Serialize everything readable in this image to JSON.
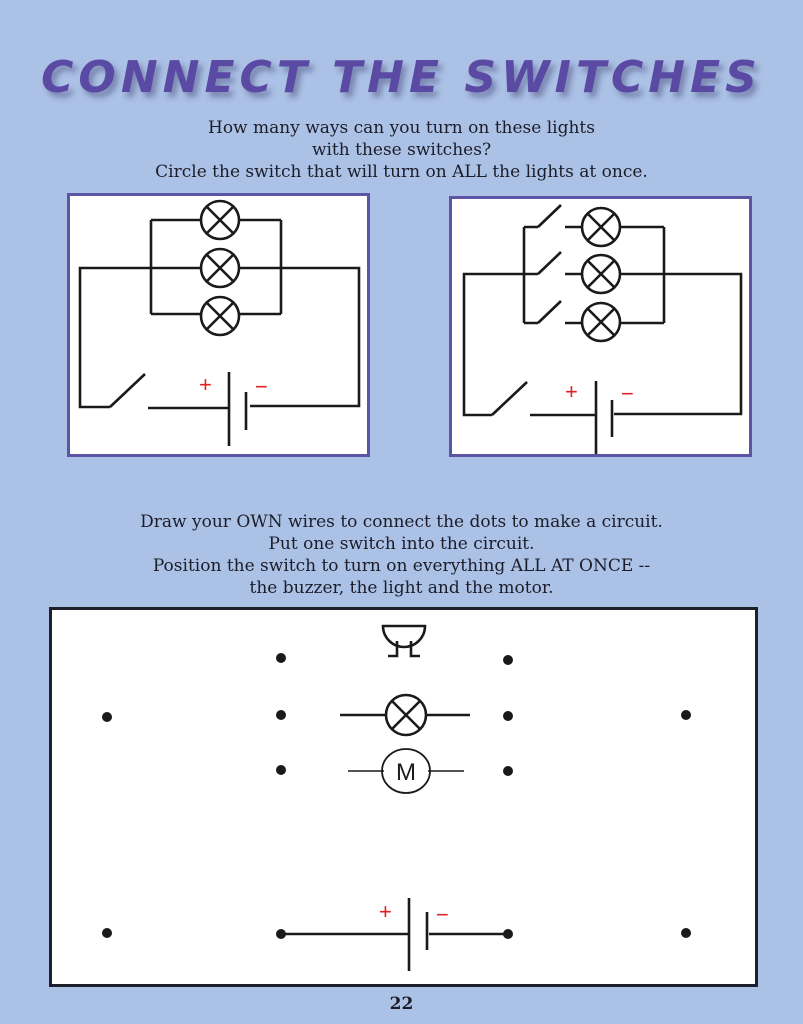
{
  "title": "CONNECT THE SWITCHES",
  "section1": {
    "instructions": [
      "How many ways can you turn on these lights",
      "with these switches?",
      "Circle the switch that will turn on ALL the lights at once."
    ],
    "diagrams": [
      {
        "name": "parallel-lamps-single-switch",
        "lamps": 3,
        "branch_switches": 0,
        "main_switch": true,
        "battery": {
          "plus": "+",
          "minus": "−"
        }
      },
      {
        "name": "parallel-lamps-branch-switches",
        "lamps": 3,
        "branch_switches": 3,
        "main_switch": true,
        "battery": {
          "plus": "+",
          "minus": "−"
        }
      }
    ]
  },
  "section2": {
    "instructions": [
      "Draw your OWN wires to connect the dots to make a circuit.",
      "Put one switch into the circuit.",
      "Position the switch to turn on everything ALL AT ONCE --",
      "the buzzer, the light and the motor."
    ],
    "components": [
      "buzzer",
      "light",
      "motor",
      "battery"
    ],
    "motor_label": "M",
    "battery": {
      "plus": "+",
      "minus": "−"
    },
    "dot_count": 12
  },
  "colors": {
    "background": "#abc1e5",
    "title": "#5a4aa3",
    "panel_border": "#5c55a5",
    "wire": "#1a1a1a",
    "polarity": "#e02020"
  },
  "page_number": "22"
}
